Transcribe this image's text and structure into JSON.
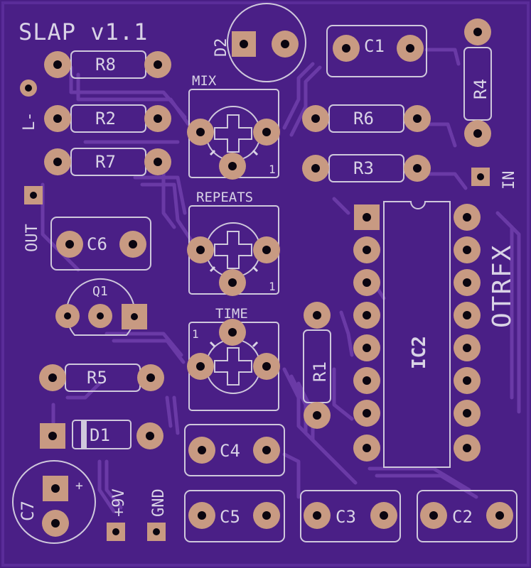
{
  "board": {
    "title": "SLAP v1.1",
    "brand": "OTRFX",
    "background": "#4a1f86",
    "edge_color": "#5a2c99",
    "trace_color": "#6a3aa6",
    "silk_color": "#d9d3e6",
    "pad_color": "#c89a82"
  },
  "labels": {
    "mix": "MIX",
    "repeats": "REPEATS",
    "time": "TIME",
    "l_minus": "L-",
    "out": "OUT",
    "in": "IN",
    "plus9v": "+9V",
    "gnd": "GND",
    "pot_pin1": "1",
    "c7_plus": "+"
  },
  "components": {
    "r8": "R8",
    "r2": "R2",
    "r7": "R7",
    "r6": "R6",
    "r3": "R3",
    "r4": "R4",
    "r1": "R1",
    "r5": "R5",
    "c1": "C1",
    "c6": "C6",
    "c4": "C4",
    "c5": "C5",
    "c3": "C3",
    "c2": "C2",
    "c7": "C7",
    "d1": "D1",
    "d2": "D2",
    "q1": "Q1",
    "ic2": "IC2"
  }
}
